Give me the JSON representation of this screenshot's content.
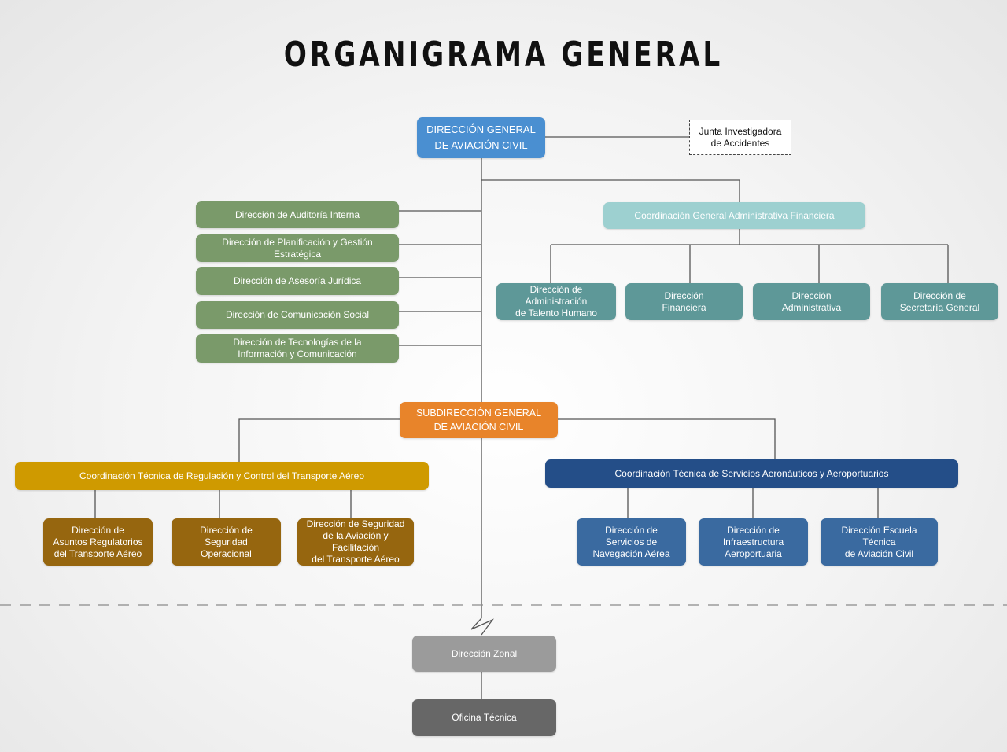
{
  "title": "ORGANIGRAMA GENERAL",
  "nodes": {
    "direccion_general": "DIRECCIÓN GENERAL\nDE AVIACIÓN CIVIL",
    "junta": "Junta Investigadora\nde Accidentes",
    "auditoria": "Dirección de Auditoría Interna",
    "planificacion": "Dirección de Planificación y Gestión Estratégica",
    "asesoria": "Dirección de Asesoría Jurídica",
    "comunicacion": "Dirección de Comunicación Social",
    "tecnologias": "Dirección de Tecnologías de la\nInformación y Comunicación",
    "coord_admin": "Coordinación General Administrativa Financiera",
    "talento": "Dirección de Administración\nde Talento Humano",
    "financiera": "Dirección\nFinanciera",
    "administrativa": "Dirección\nAdministrativa",
    "secretaria": "Dirección de\nSecretaría General",
    "subdireccion": "SUBDIRECCIÓN GENERAL\nDE AVIACIÓN CIVIL",
    "coord_regulacion": "Coordinación Técnica de Regulación y Control del Transporte Aéreo",
    "asuntos": "Dirección de\nAsuntos Regulatorios\ndel Transporte Aéreo",
    "seguridad_op": "Dirección de\nSeguridad\nOperacional",
    "seguridad_av": "Dirección de Seguridad\nde la Aviación y Facilitación\ndel Transporte Aéreo",
    "coord_servicios": "Coordinación Técnica de Servicios Aeronáuticos y Aeroportuarios",
    "navegacion": "Dirección de\nServicios de\nNavegación Aérea",
    "infraestructura": "Dirección de\nInfraestructura\nAeroportuaria",
    "escuela": "Dirección Escuela Técnica\nde Aviación Civil",
    "zonal": "Dirección Zonal",
    "oficina": "Oficina Técnica"
  },
  "colors": {
    "direccion_general": "#4a8fd1",
    "staff_directions": "#7a9a6a",
    "coord_admin": "#9dd0d0",
    "admin_directions": "#5e9898",
    "subdireccion": "#e8842a",
    "coord_regulacion": "#cf9a00",
    "regulacion_directions": "#96660f",
    "coord_servicios": "#244e88",
    "servicios_directions": "#3a6aa0",
    "zonal": "#9b9b9b",
    "oficina": "#676767"
  }
}
